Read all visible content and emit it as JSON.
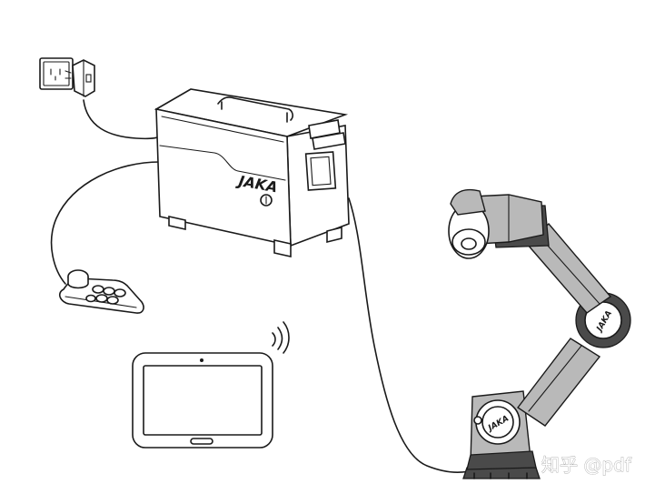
{
  "controller": {
    "brand": "JAKA"
  },
  "robot_arm": {
    "joint_mark_upper": "JAKA",
    "joint_mark_base": "JAKA"
  },
  "watermark": {
    "text": "知乎 @pdf"
  },
  "colors": {
    "line": "#1a1a1a",
    "arm_gray": "#b9b9b9",
    "joint_dark": "#4a4a4a",
    "background": "#ffffff"
  }
}
